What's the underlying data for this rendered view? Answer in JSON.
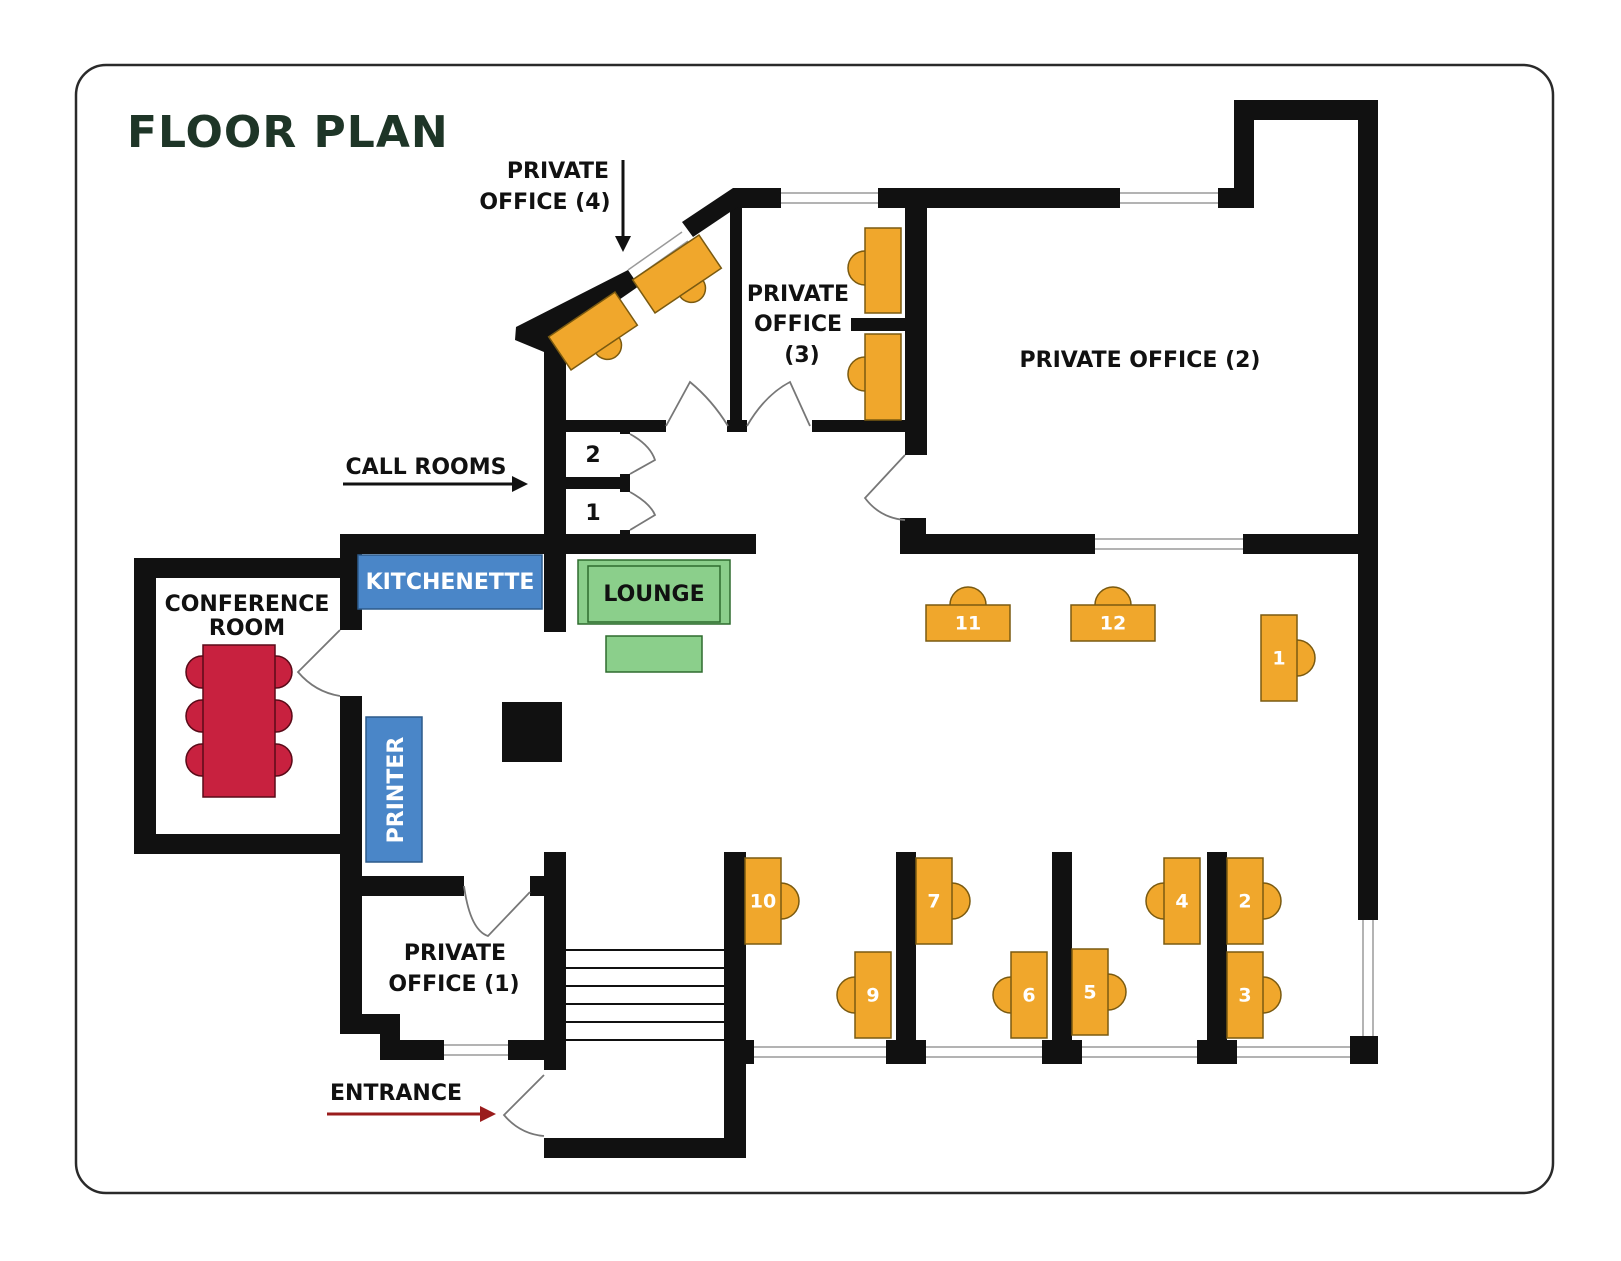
{
  "title": "FLOOR PLAN",
  "colors": {
    "wall": "#111111",
    "title": "#1e3527",
    "frame": "#2a2a2a",
    "desk": "#f0a72c",
    "desk_border": "#7a5a10",
    "conference": "#c8213f",
    "kitchenette": "#4a86c8",
    "printer": "#4a86c8",
    "lounge": "#8bcf8b",
    "entrance_arrow": "#9a1c1c"
  },
  "labels": {
    "private_office_4": [
      "PRIVATE",
      "OFFICE (4)"
    ],
    "private_office_3": [
      "PRIVATE",
      "OFFICE",
      "(3)"
    ],
    "private_office_2": "PRIVATE OFFICE (2)",
    "private_office_1": [
      "PRIVATE",
      "OFFICE (1)"
    ],
    "call_rooms": "CALL ROOMS",
    "call_room_1": "1",
    "call_room_2": "2",
    "conference_room": [
      "CONFERENCE",
      "ROOM"
    ],
    "kitchenette": "KITCHENETTE",
    "lounge": "LOUNGE",
    "printer": "PRINTER",
    "entrance": "ENTRANCE"
  },
  "desks": [
    "1",
    "2",
    "3",
    "4",
    "5",
    "6",
    "7",
    "9",
    "10",
    "11",
    "12"
  ]
}
